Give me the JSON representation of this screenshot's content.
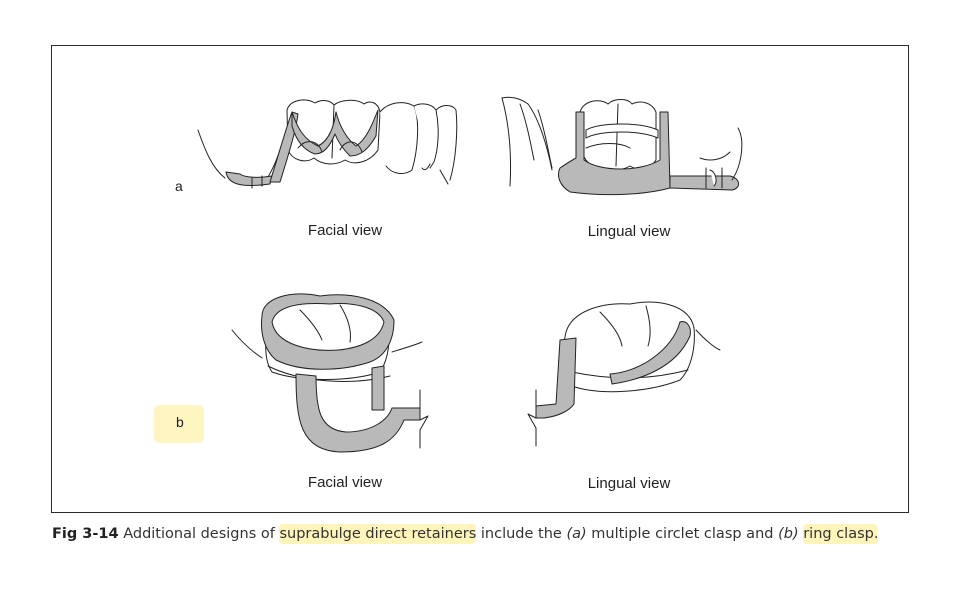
{
  "figure": {
    "panel_a_label": "a",
    "panel_b_label": "b",
    "views": {
      "a_facial": "Facial view",
      "a_lingual": "Lingual view",
      "b_facial": "Facial view",
      "b_lingual": "Lingual view"
    },
    "clasp_color": "#b9b9b9",
    "highlight_color": "#fdea8c"
  },
  "caption": {
    "fig_number": "Fig 3-14",
    "text_1": " Additional designs of ",
    "highlight_1": "suprabulge direct retainers",
    "text_2": " include the ",
    "italic_a": "(a)",
    "text_3": " multiple circlet clasp and ",
    "italic_b": "(b)",
    "text_4": " ",
    "highlight_2": "ring clasp."
  }
}
